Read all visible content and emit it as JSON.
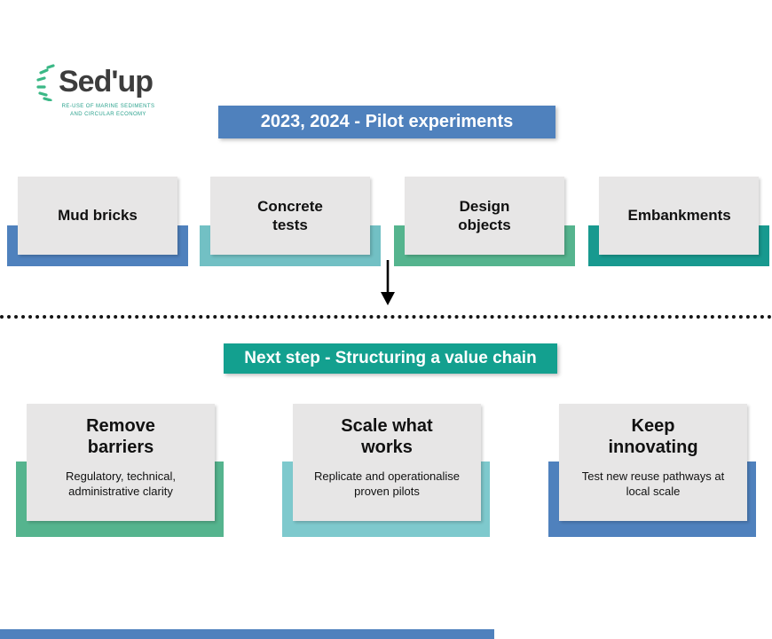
{
  "logo": {
    "brand": "Sed'up",
    "tagline": "RE-USE OF MARINE SEDIMENTS AND CIRCULAR ECONOMY",
    "accent_color": "#3bb886",
    "text_color": "#3d3d3d"
  },
  "icons": {
    "flow_arrow": "↓"
  },
  "top_section": {
    "banner_label": "2023, 2024 - Pilot experiments",
    "banner_color": "#4f81bd",
    "cards": [
      {
        "title": "Mud bricks",
        "accent_color": "#4f81bd"
      },
      {
        "title": "Concrete tests",
        "accent_color": "#72c0c4"
      },
      {
        "title": "Design objects",
        "accent_color": "#55b48e"
      },
      {
        "title": "Embankments",
        "accent_color": "#18998f"
      }
    ]
  },
  "bottom_section": {
    "banner_label": "Next step - Structuring a value chain",
    "banner_color": "#13a08f",
    "cards": [
      {
        "title": "Remove barriers",
        "subtitle": "Regulatory, technical, administrative clarity",
        "accent_color": "#55b48e"
      },
      {
        "title": "Scale what works",
        "subtitle": "Replicate and operationalise proven pilots",
        "accent_color": "#7ec9cd"
      },
      {
        "title": "Keep innovating",
        "subtitle": "Test new reuse pathways at local scale",
        "accent_color": "#4f81bd"
      }
    ]
  },
  "footer": {
    "bar_color": "#4f81bd"
  },
  "card_bg_color": "#e7e6e6"
}
